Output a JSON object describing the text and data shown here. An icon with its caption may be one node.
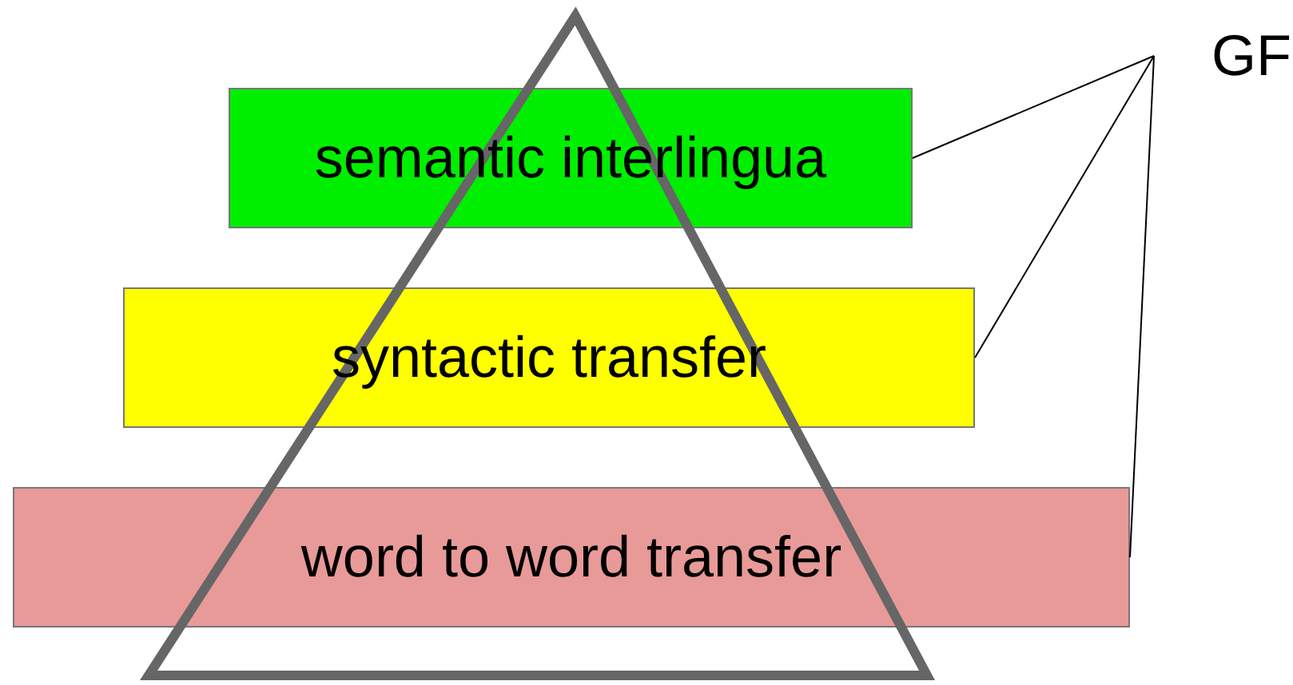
{
  "diagram": {
    "nodes": [
      {
        "text": [
          "GF"
        ]
      },
      {
        "text": [
          "semantic interlingua"
        ]
      },
      {
        "text": [
          "syntactic transfer"
        ]
      },
      {
        "text": [
          "word to word transfer"
        ]
      }
    ],
    "edges": [
      {
        "from": 0,
        "to": 1,
        "arrow": "none"
      },
      {
        "from": 0,
        "to": 2,
        "arrow": "none"
      },
      {
        "from": 0,
        "to": 3,
        "arrow": "none"
      }
    ]
  }
}
